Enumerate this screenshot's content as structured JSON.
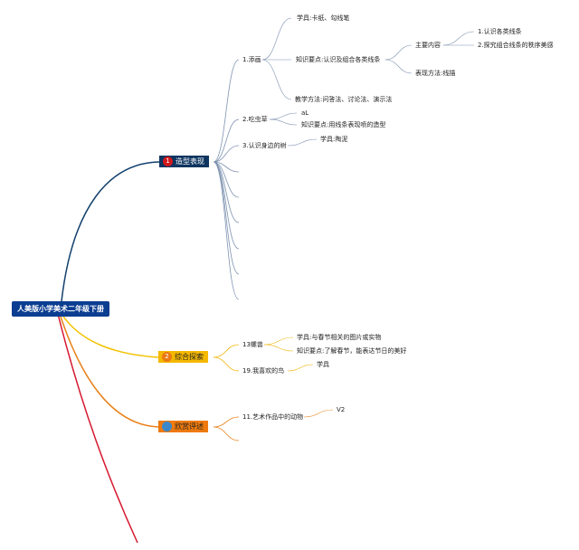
{
  "root": {
    "label": "人美版小学美术二年级下册"
  },
  "branches": {
    "b1": {
      "label": "造型表现",
      "badge": "1",
      "colors": {
        "fill": "#0d3560",
        "badge": "#d0191c",
        "line": "#12406d"
      }
    },
    "b2": {
      "label": "综合探索",
      "badge": "2",
      "colors": {
        "fill": "#f5b800",
        "badge": "#ea7a14",
        "line": "#f2c200"
      }
    },
    "b3": {
      "label": "欣赏评述",
      "badge": "",
      "colors": {
        "fill": "#ee7a0f",
        "badge": "#3a88c9",
        "line": "#e8821a"
      }
    },
    "b4": {
      "colors": {
        "line": "#d6182f"
      }
    }
  },
  "nodes": {
    "n1": "1.添画",
    "n1_a": "学具:卡纸、勾线笔",
    "n1_b": "知识要点:认识及组合各类线条",
    "n1_b1": "主要内容",
    "n1_b1a": "1.认识各类线条",
    "n1_b1b": "2.探究组合线条的秩序美感",
    "n1_b2": "表现方法:线描",
    "n1_c": "教学方法:问答法、讨论法、演示法",
    "n2": "2.吃虫草",
    "n2_a": "aL",
    "n2_b": "知识要点:用线条表现喷的造型",
    "n3": "3.认识身边的树",
    "n3_a": "学具:陶泥",
    "n4": "13螺兽",
    "n4_a": "学具:与春节相关的图片或实物",
    "n4_b": "知识要点:了解春节，能表达节日的美好",
    "n5": "19.我喜欢的鸟",
    "n5_a": "学具",
    "n6": "11.艺术作品中的动物",
    "n6_a": "V2"
  },
  "colors": {
    "thin_line": "#7f93b0",
    "warm_line": "#f0b400",
    "orange_line": "#e8821a"
  }
}
